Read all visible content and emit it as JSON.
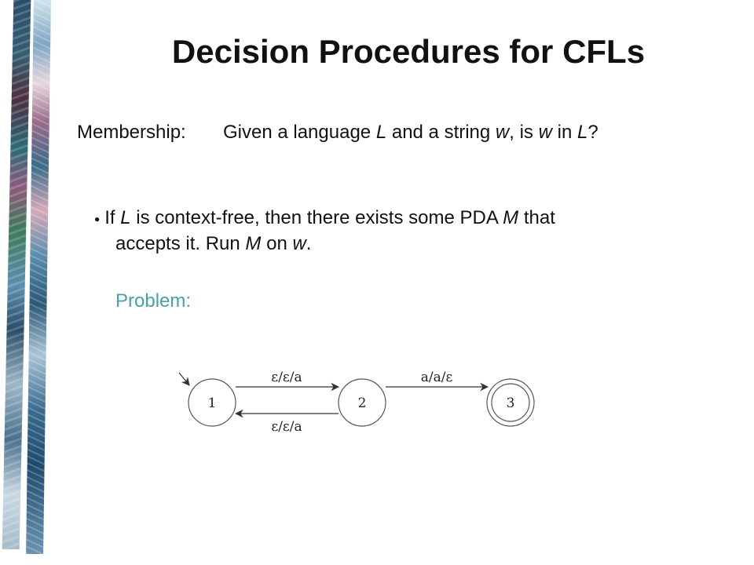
{
  "slide": {
    "title": "Decision Procedures for CFLs",
    "membership": {
      "term": "Membership:",
      "definition_parts": [
        "Given a language ",
        "L",
        " and a string ",
        "w",
        ", is ",
        "w",
        " in ",
        "L",
        "?"
      ]
    },
    "bullet": {
      "line1_parts": [
        "If ",
        "L",
        " is context-free, then there exists some PDA ",
        "M",
        " that"
      ],
      "line2_parts": [
        "accepts it.  Run ",
        "M",
        " on ",
        "w",
        "."
      ]
    },
    "problem_label": "Problem:",
    "accent_color": "#4aa0a8"
  },
  "pda": {
    "states": [
      {
        "id": "1",
        "label": "1",
        "start": true,
        "accepting": false
      },
      {
        "id": "2",
        "label": "2",
        "start": false,
        "accepting": false
      },
      {
        "id": "3",
        "label": "3",
        "start": false,
        "accepting": true
      }
    ],
    "transitions": [
      {
        "from": "1",
        "to": "2",
        "label": "ε/ε/a"
      },
      {
        "from": "2",
        "to": "1",
        "label": "ε/ε/a"
      },
      {
        "from": "2",
        "to": "3",
        "label": "a/a/ε"
      }
    ]
  }
}
